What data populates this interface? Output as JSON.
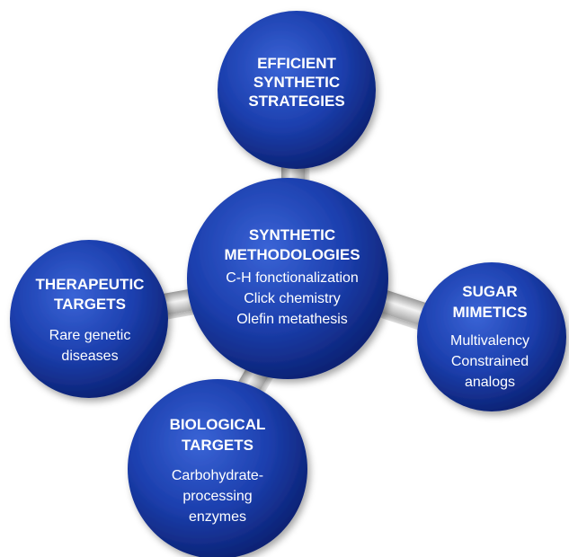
{
  "diagram": {
    "center": {
      "title": [
        "SYNTHETIC",
        "METHODOLOGIES"
      ],
      "items": [
        "C-H fonctionalization",
        "Click chemistry",
        "Olefin metathesis"
      ]
    },
    "top": {
      "title": [
        "EFFICIENT",
        "SYNTHETIC",
        "STRATEGIES"
      ],
      "items": []
    },
    "left": {
      "title": [
        "THERAPEUTIC",
        "TARGETS"
      ],
      "items": [
        "Rare genetic",
        "diseases"
      ]
    },
    "right": {
      "title": [
        "SUGAR",
        "MIMETICS"
      ],
      "items": [
        "Multivalency",
        "Constrained",
        "analogs"
      ]
    },
    "bottom": {
      "title": [
        "BIOLOGICAL",
        "TARGETS"
      ],
      "items": [
        "Carbohydrate-",
        "processing",
        "enzymes"
      ]
    }
  },
  "colors": {
    "circle_light": "#2f57c9",
    "circle_dark": "#0a1f6e",
    "text": "#ffffff",
    "connector_light": "#f2f2f2",
    "connector_dark": "#a9a9a9"
  }
}
